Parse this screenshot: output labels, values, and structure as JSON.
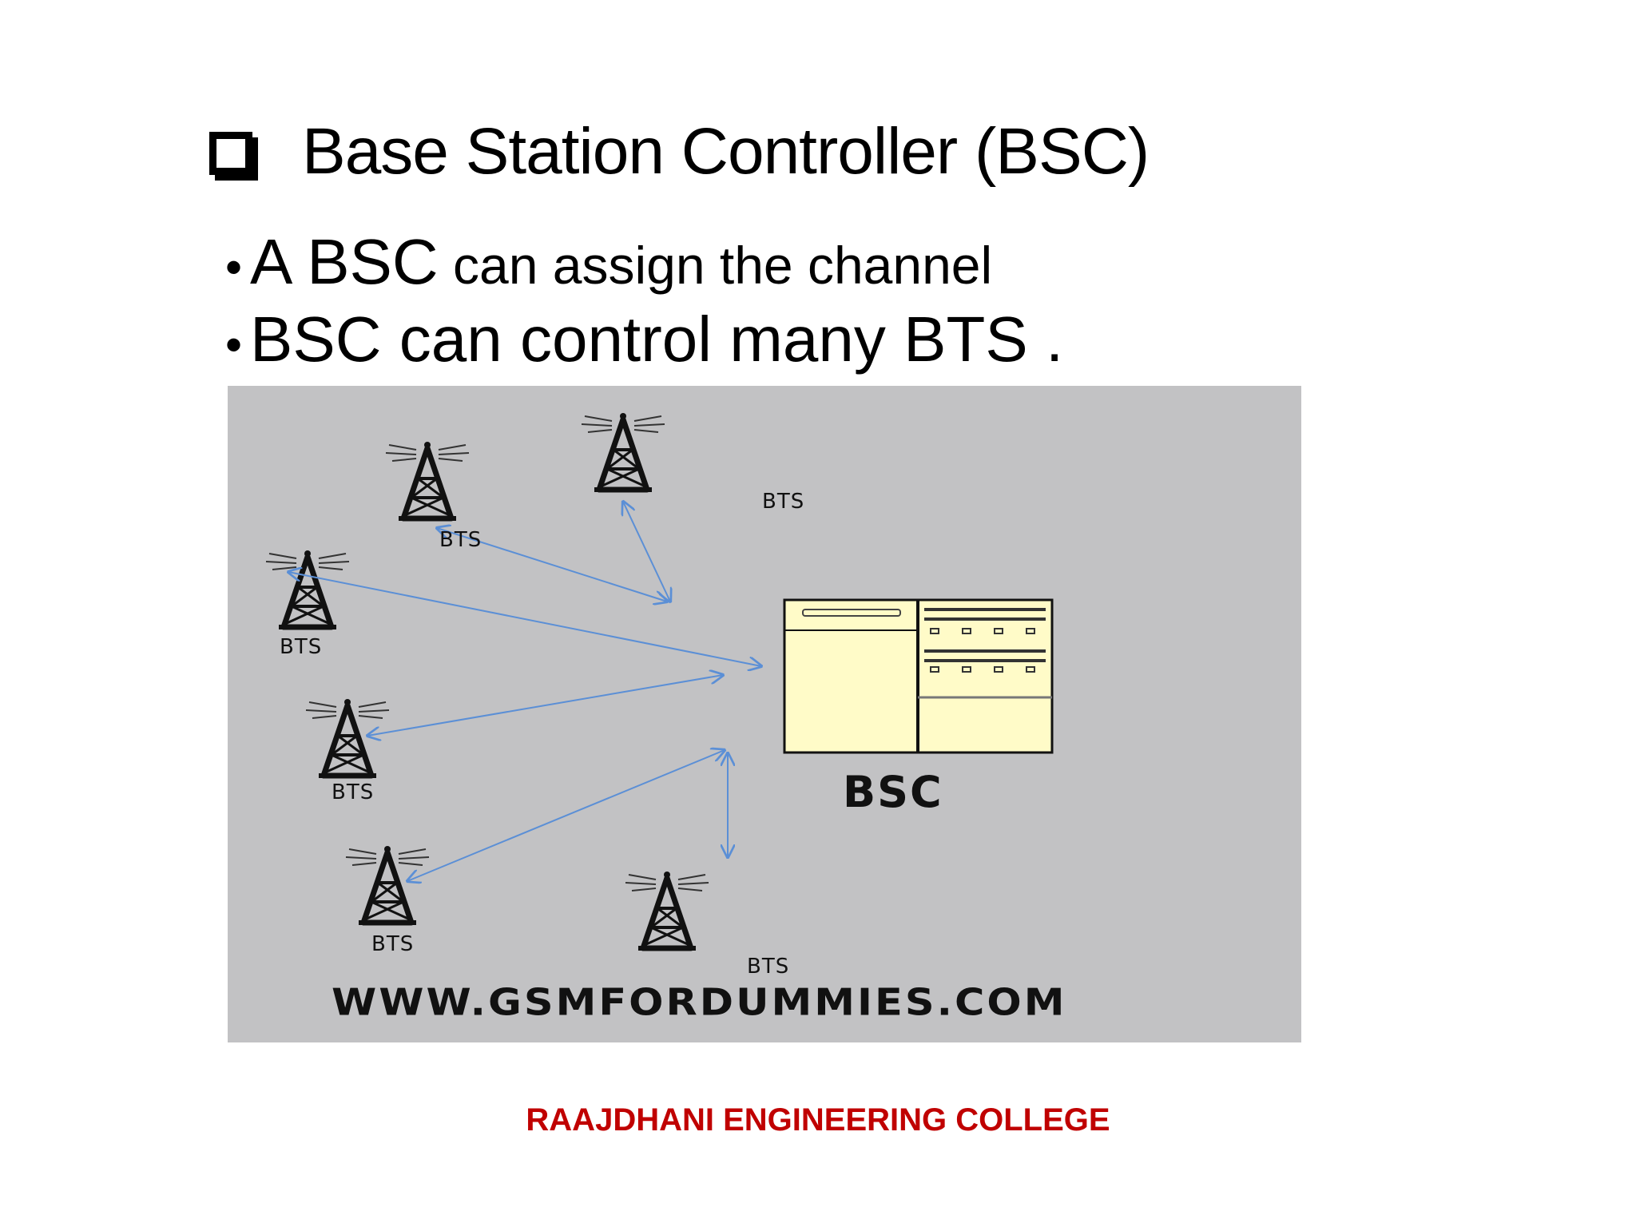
{
  "title": {
    "icon": "checkbox-icon",
    "text": "Base Station Controller (BSC)"
  },
  "bullets": [
    {
      "marker": "•",
      "lead": "A BSC",
      "rest": " can assign the channel"
    },
    {
      "marker": "•",
      "text": "BSC can control many BTS ."
    }
  ],
  "diagram": {
    "bsc_label": "BSC",
    "bts_label": "BTS",
    "watermark": "WWW.GSMFORDUMMIES.COM",
    "towers": [
      "BTS",
      "BTS",
      "BTS",
      "BTS",
      "BTS",
      "BTS"
    ],
    "colors": {
      "background": "#c2c2c4",
      "arrow": "#5b8fd6",
      "bsc_box": "#fffbc8",
      "footer": "#c00000"
    }
  },
  "footer": "RAAJDHANI ENGINEERING COLLEGE"
}
